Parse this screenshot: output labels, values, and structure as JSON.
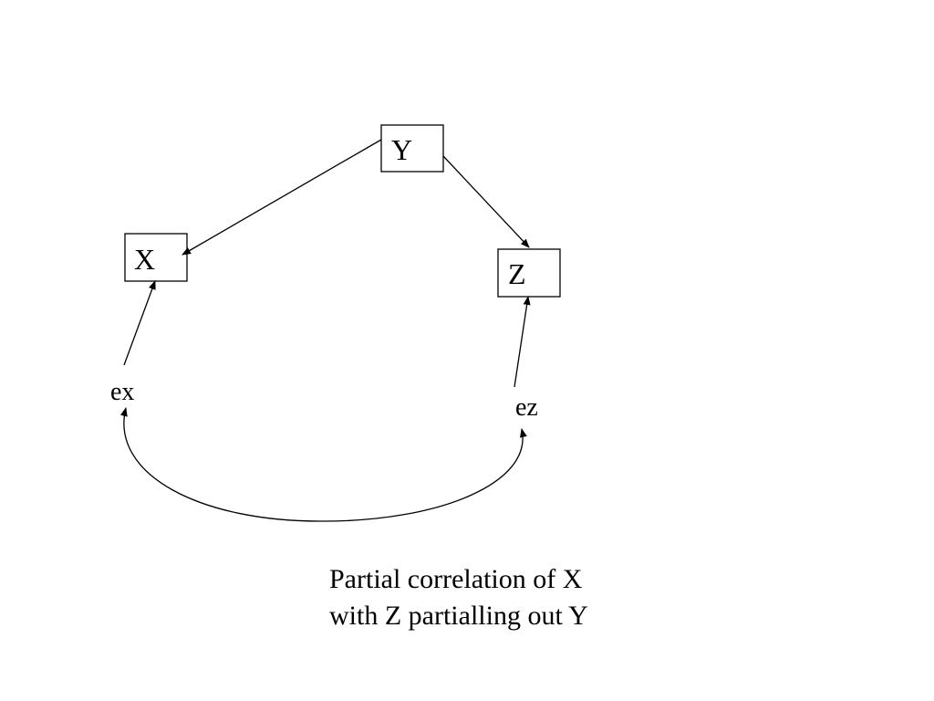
{
  "diagram": {
    "nodes": {
      "y": {
        "label": "Y"
      },
      "x": {
        "label": "X"
      },
      "z": {
        "label": "Z"
      }
    },
    "errors": {
      "ex": {
        "label": "ex"
      },
      "ez": {
        "label": "ez"
      }
    },
    "caption": {
      "line1": "Partial correlation of X",
      "line2": "with Z partialling out Y"
    }
  }
}
